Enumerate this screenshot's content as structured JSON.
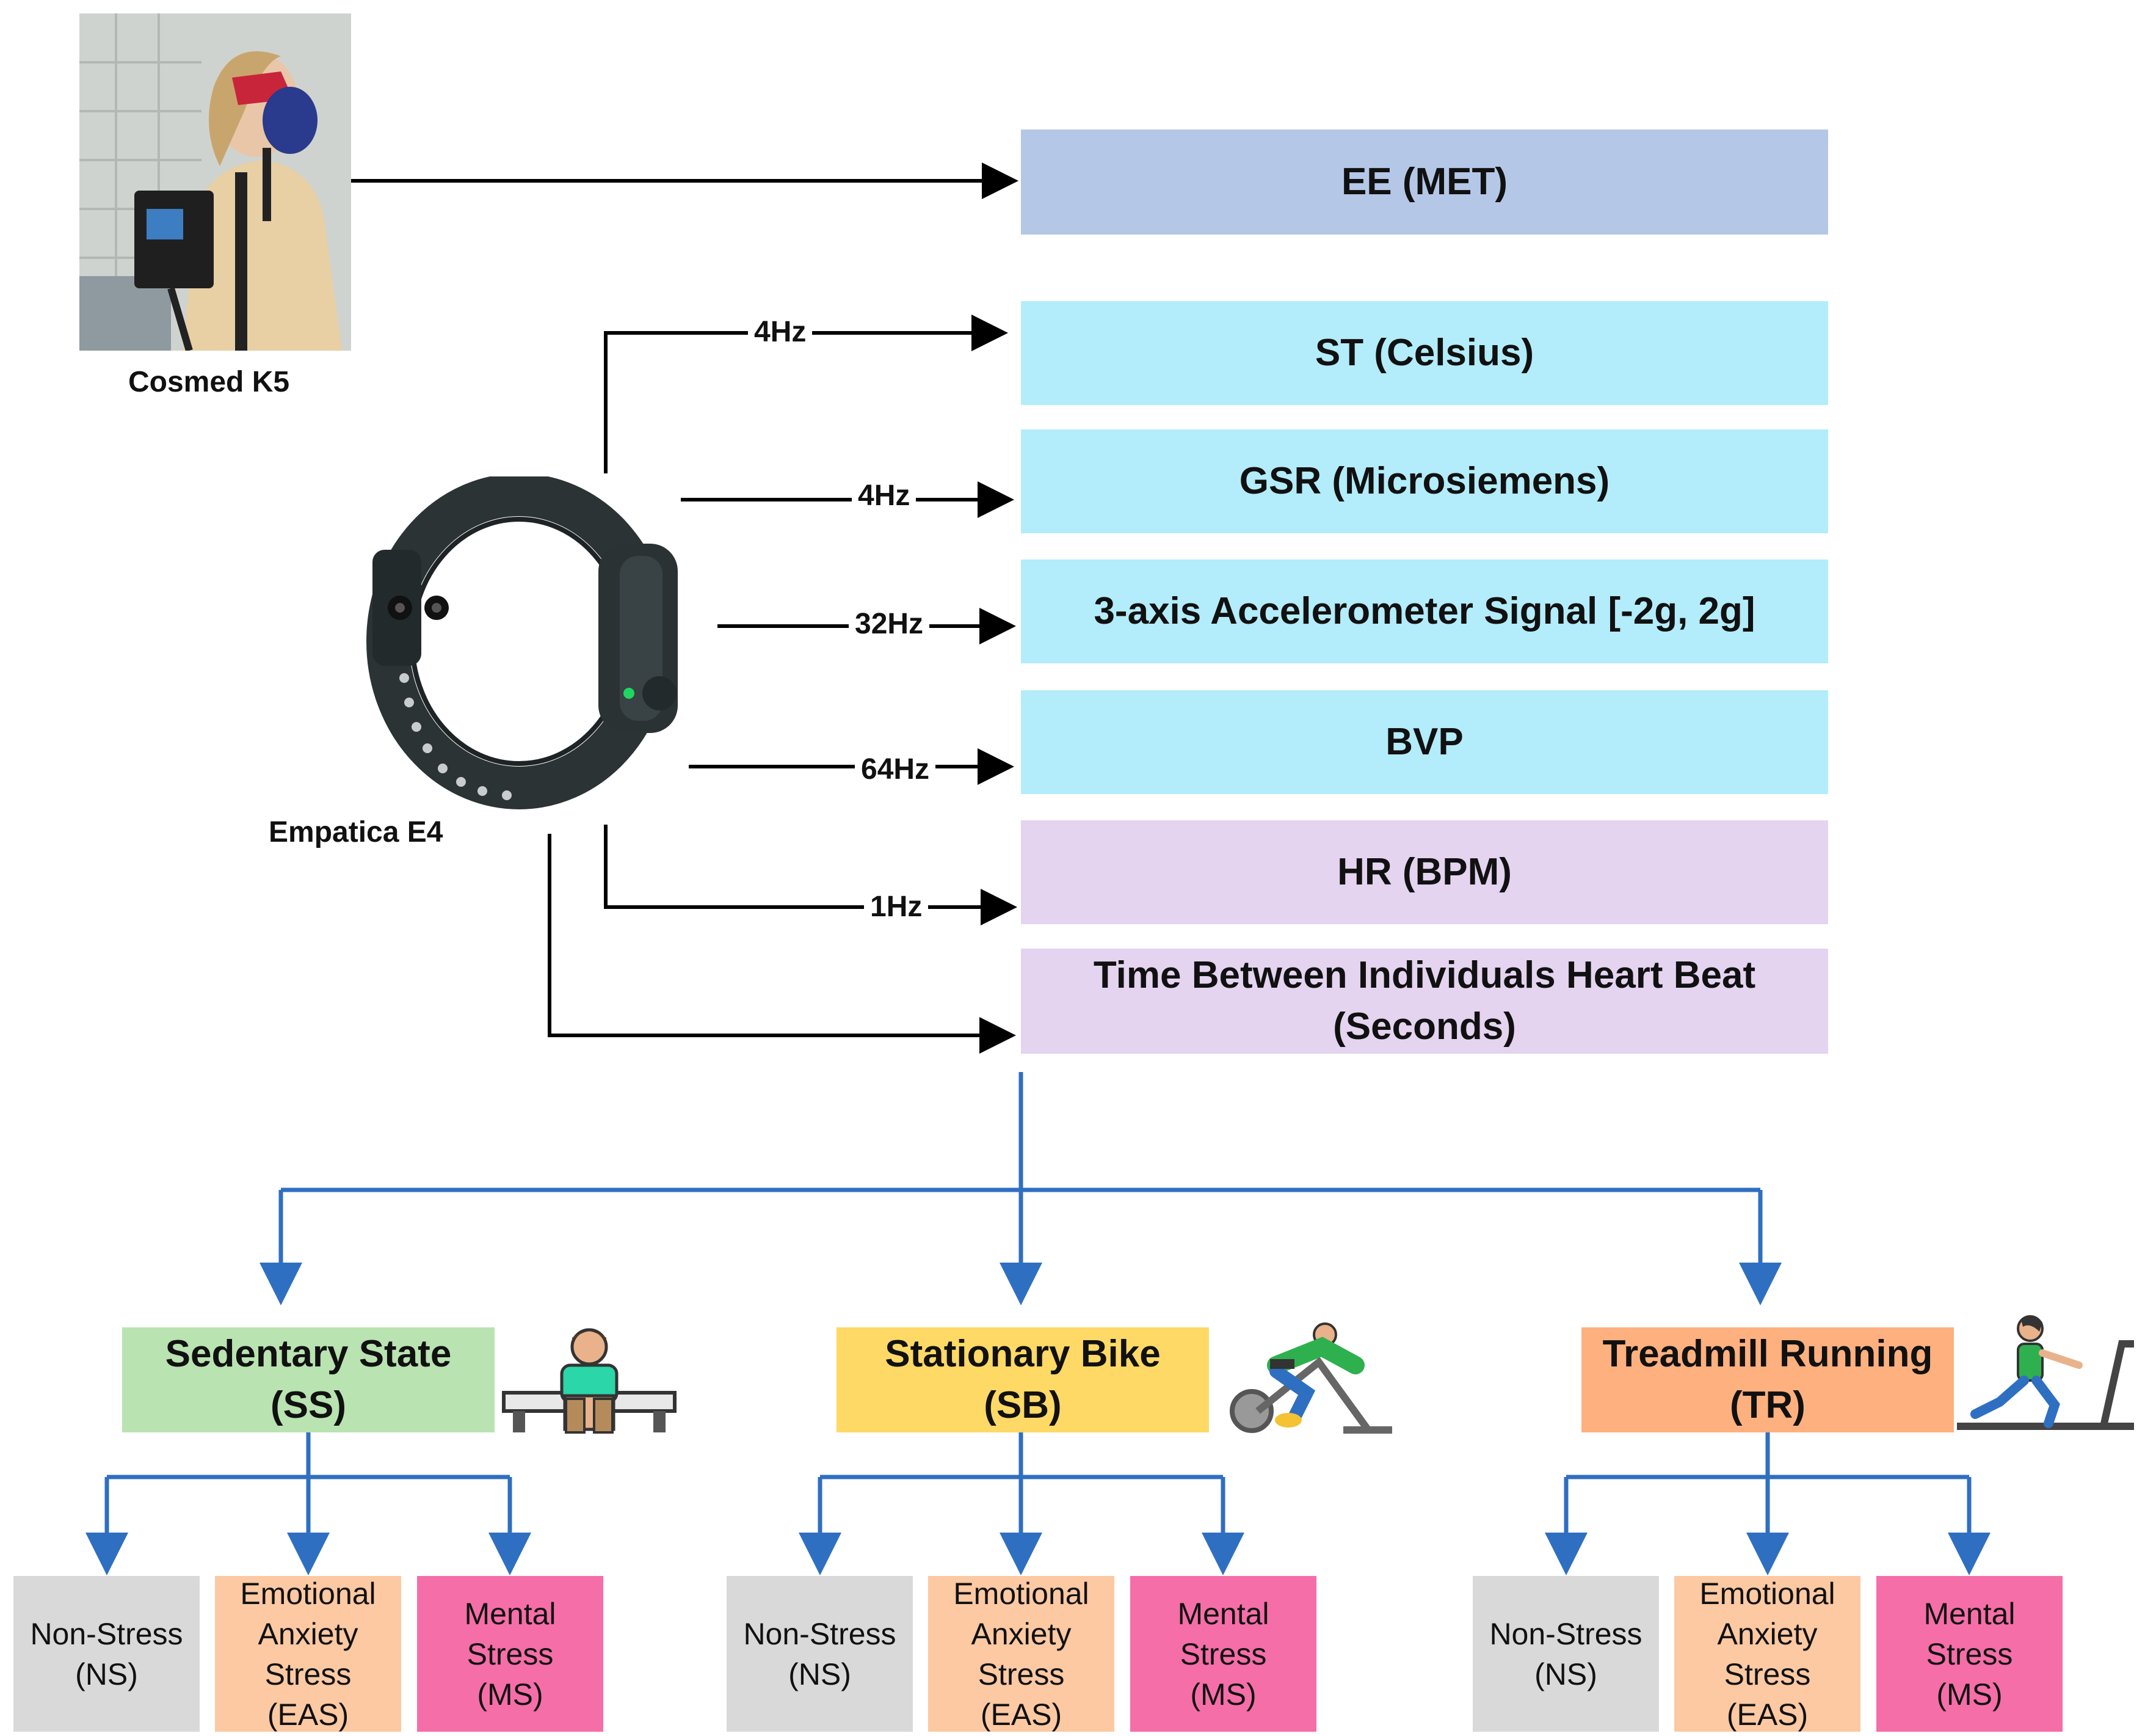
{
  "devices": {
    "cosmed": "Cosmed K5",
    "empatica": "Empatica E4"
  },
  "signals": [
    {
      "label": "EE (MET)",
      "color": "#b4c7e7"
    },
    {
      "label": "ST (Celsius)",
      "color": "#b3ecfa"
    },
    {
      "label": "GSR (Microsiemens)",
      "color": "#b3ecfa"
    },
    {
      "label": "3-axis Accelerometer Signal [-2g, 2g]",
      "color": "#b3ecfa"
    },
    {
      "label": "BVP",
      "color": "#b3ecfa"
    },
    {
      "label": "HR (BPM)",
      "color": "#e4d4f0"
    },
    {
      "label": "Time Between Individuals Heart Beat\n(Seconds)",
      "color": "#e4d4f0"
    }
  ],
  "frequencies": {
    "st": "4Hz",
    "gsr": "4Hz",
    "acc": "32Hz",
    "bvp": "64Hz",
    "hr": "1Hz"
  },
  "activities": [
    {
      "label": "Sedentary State\n(SS)",
      "color": "#b9e3b1",
      "icon": "sitting-person-icon"
    },
    {
      "label": "Stationary Bike\n(SB)",
      "color": "#ffd966",
      "icon": "cyclist-icon"
    },
    {
      "label": "Treadmill Running\n(TR)",
      "color": "#ffb07f",
      "icon": "treadmill-runner-icon"
    }
  ],
  "classes": [
    {
      "label": "Non-Stress\n(NS)",
      "color": "#d9d9d9"
    },
    {
      "label": "Emotional\nAnxiety\nStress\n(EAS)",
      "color": "#fcc9a2"
    },
    {
      "label": "Mental\nStress\n(MS)",
      "color": "#f56ea8"
    }
  ],
  "colors": {
    "black_arrow": "#000000",
    "blue_arrow": "#2f6fc2"
  }
}
